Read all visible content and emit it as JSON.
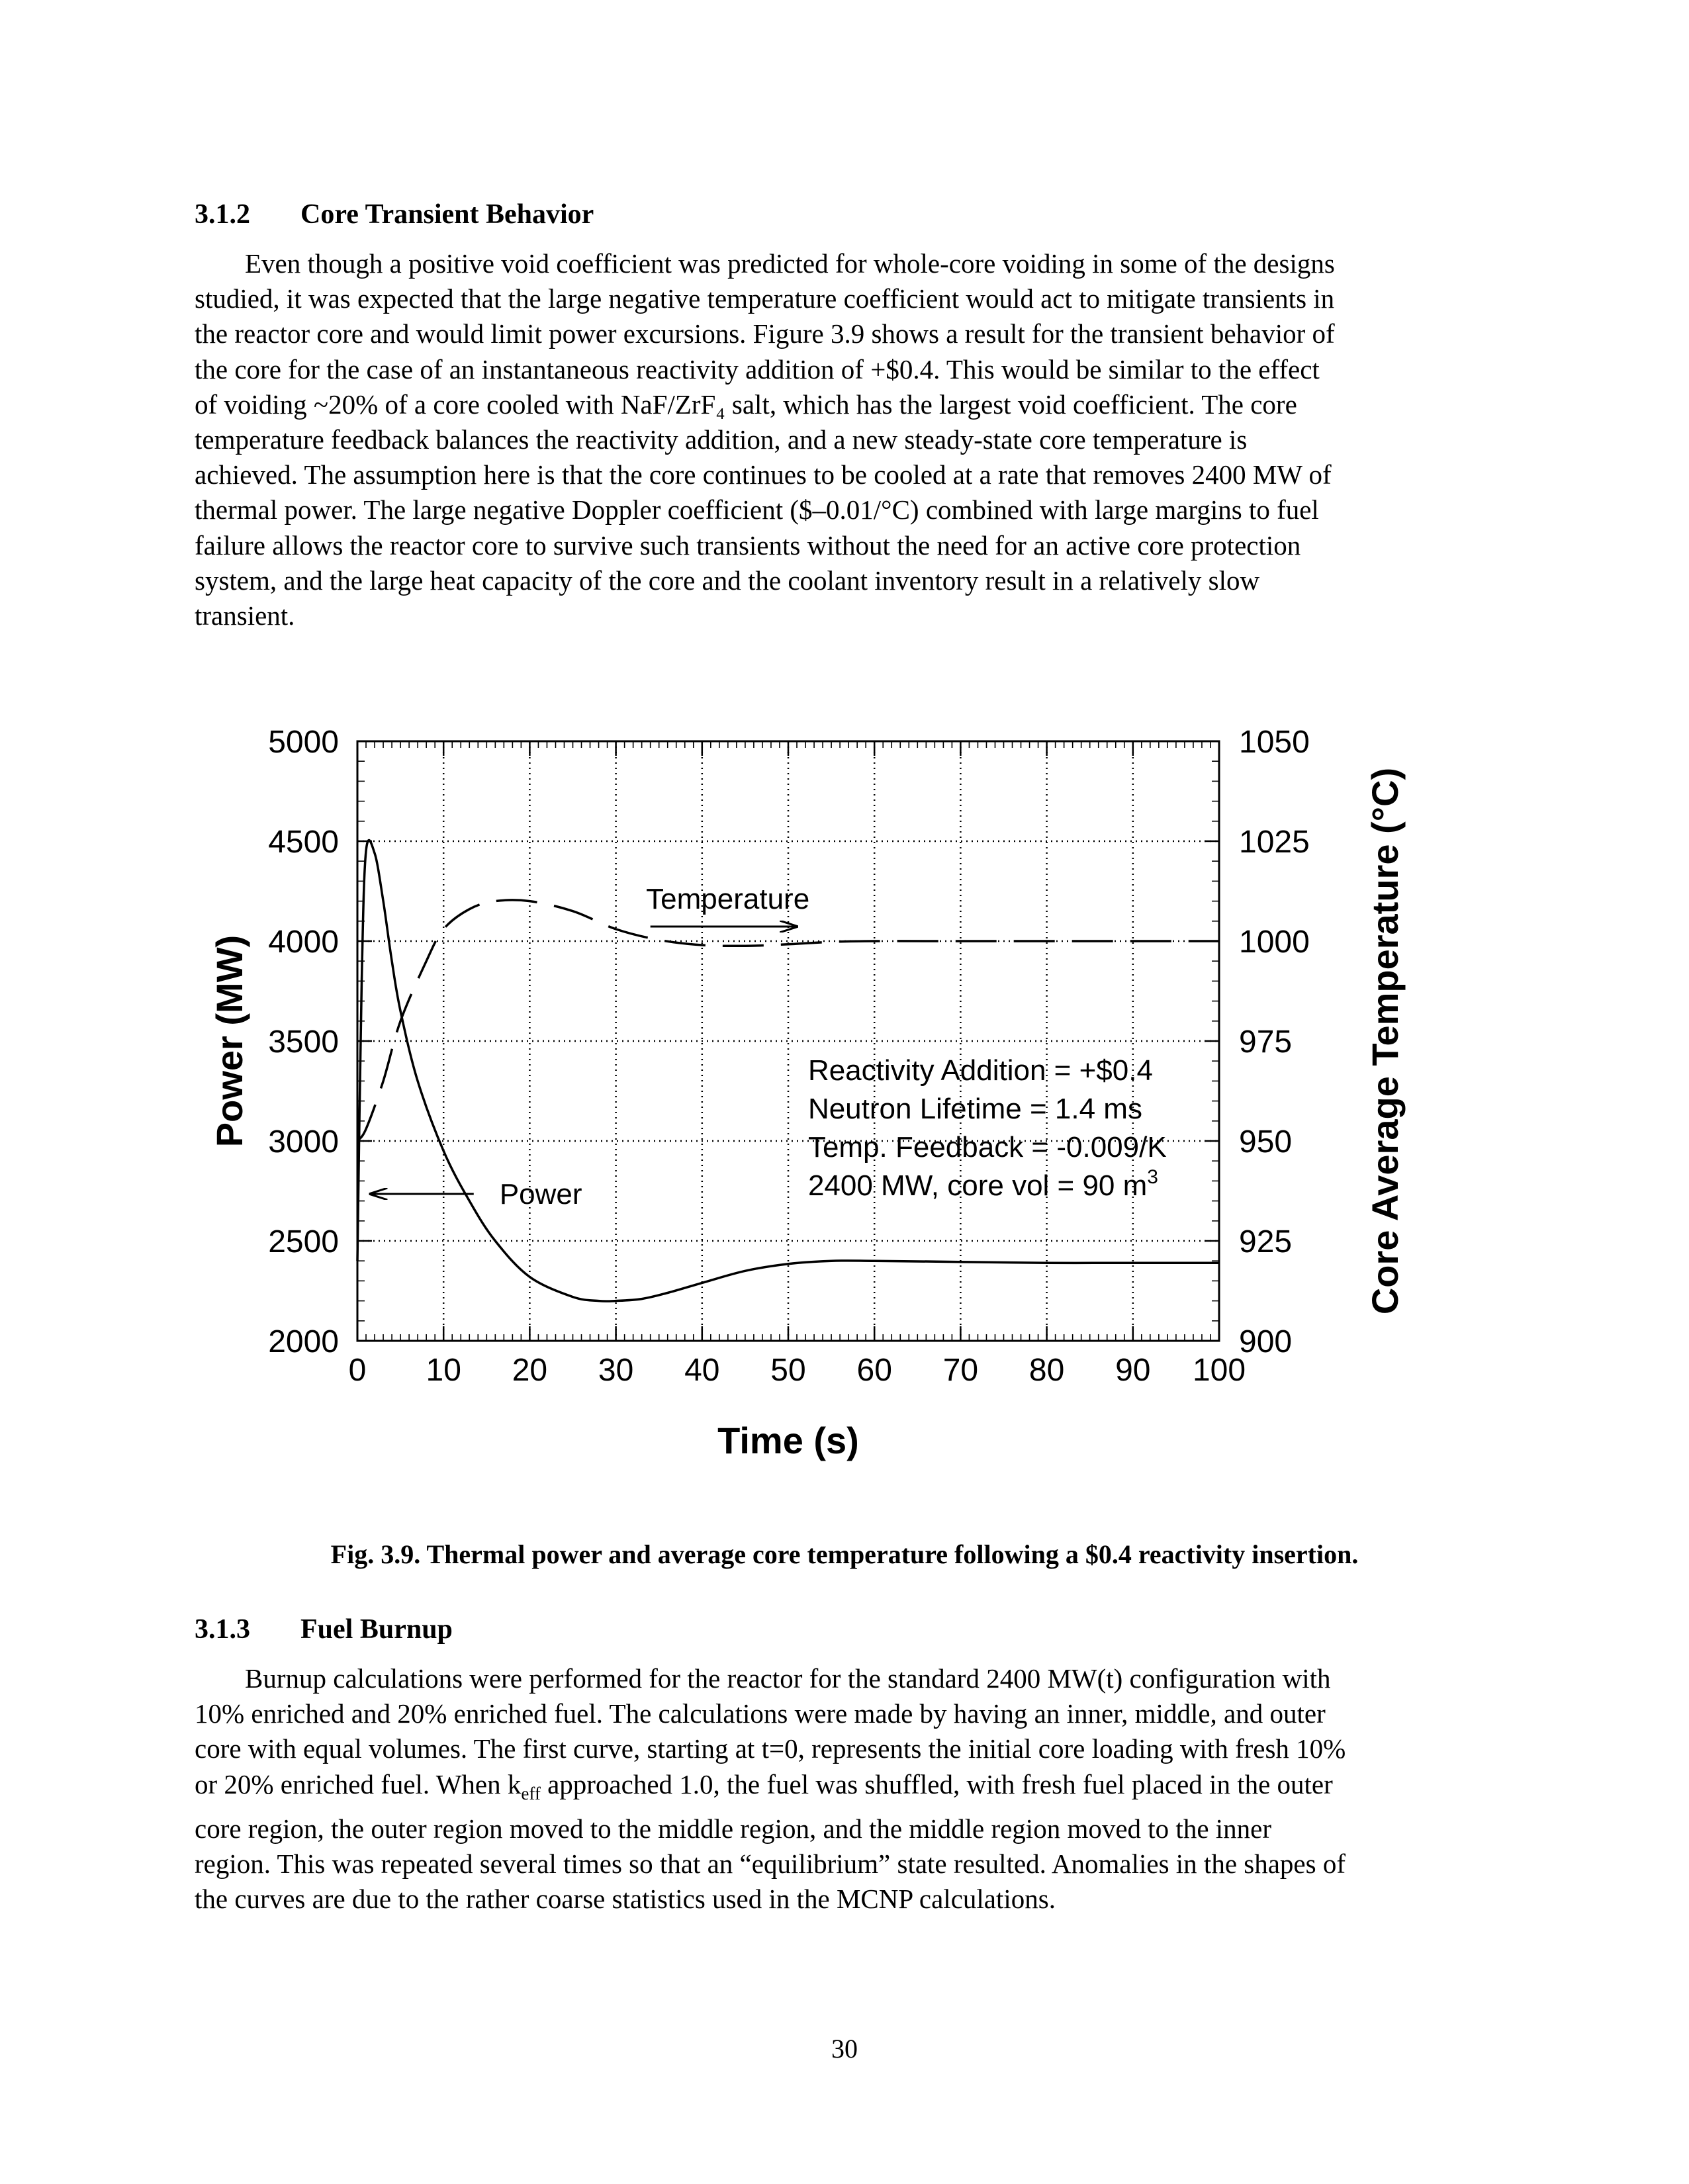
{
  "section_312": {
    "number": "3.1.2",
    "title": "Core Transient Behavior",
    "lines": [
      "Even though a positive void coefficient was predicted for whole-core voiding in some of the designs",
      "studied, it was expected that the large negative temperature coefficient would act to mitigate transients in",
      "the reactor core and would limit power excursions. Figure 3.9 shows a result for the transient behavior of",
      "the core for the case of an instantaneous reactivity addition of +$0.4. This would be similar to the effect",
      "of voiding ~20% of a core cooled with NaF/ZrF₄ salt, which has the largest void coefficient. The core",
      "temperature feedback balances the reactivity addition, and a new steady-state core temperature is",
      "achieved. The assumption here is that the core continues to be cooled at a rate that removes 2400 MW of",
      "thermal power. The large negative Doppler coefficient ($–0.01/°C) combined with large margins to fuel",
      "failure allows the reactor core to survive such transients without the need for an active core protection",
      "system, and the large heat capacity of the core and the coolant inventory result in a relatively slow",
      "transient."
    ]
  },
  "figure": {
    "caption": "Fig. 3.9. Thermal power and average core temperature following a $0.4 reactivity insertion."
  },
  "chart_data": {
    "type": "line",
    "xlabel": "Time (s)",
    "ylabel": "Power (MW)",
    "y2label": "Core Average Temperature (°C)",
    "xlim": [
      0,
      100
    ],
    "ylim": [
      2000,
      5000
    ],
    "y2lim": [
      900,
      1050
    ],
    "x_ticks": [
      "0",
      "10",
      "20",
      "30",
      "40",
      "50",
      "60",
      "70",
      "80",
      "90",
      "100"
    ],
    "y_ticks": [
      "2000",
      "2500",
      "3000",
      "3500",
      "4000",
      "4500",
      "5000"
    ],
    "y2_ticks": [
      "900",
      "925",
      "950",
      "975",
      "1000",
      "1025",
      "1050"
    ],
    "grid": true,
    "series": [
      {
        "name": "Power",
        "axis": "left",
        "style": "solid",
        "x": [
          0,
          0.5,
          1,
          2,
          3,
          4,
          5,
          7,
          10,
          13,
          16,
          20,
          25,
          28,
          30,
          33,
          36,
          40,
          45,
          50,
          55,
          60,
          70,
          80,
          90,
          100
        ],
        "y": [
          2400,
          3800,
          4450,
          4440,
          4200,
          3900,
          3650,
          3300,
          2950,
          2700,
          2500,
          2320,
          2220,
          2200,
          2200,
          2210,
          2240,
          2290,
          2350,
          2385,
          2400,
          2400,
          2395,
          2390,
          2390,
          2390
        ]
      },
      {
        "name": "Temperature",
        "axis": "right",
        "style": "dashed",
        "x": [
          0,
          1,
          3,
          5,
          8,
          10,
          13,
          16,
          20,
          25,
          30,
          35,
          40,
          45,
          50,
          55,
          60,
          70,
          80,
          90,
          100
        ],
        "y": [
          950,
          953,
          965,
          980,
          995,
          1003,
          1008,
          1010,
          1010,
          1007.5,
          1003,
          1000.3,
          999,
          998.8,
          999.2,
          999.8,
          1000,
          1000,
          1000,
          1000,
          1000
        ]
      }
    ],
    "annotations": {
      "temperature_label": "Temperature",
      "power_label": "Power",
      "box_lines": [
        "Reactivity Addition = +$0.4",
        "Neutron Lifetime = 1.4 ms",
        "Temp. Feedback = -0.009/K",
        "2400 MW, core vol = 90 m"
      ],
      "box_superscript": "3"
    }
  },
  "section_313": {
    "number": "3.1.3",
    "title": "Fuel Burnup",
    "lines": [
      "Burnup calculations were performed for the reactor for the standard 2400 MW(t) configuration with",
      "10% enriched and 20% enriched fuel. The calculations were made by having an inner, middle, and outer",
      "core with equal volumes. The first curve, starting at t=0, represents the initial core loading with fresh 10%",
      "or 20% enriched fuel. When k",
      "core region, the outer region moved to the middle region, and the middle region moved to the inner",
      "region. This was repeated several times so that an “equilibrium” state resulted. Anomalies in the shapes of",
      "the curves are due to the rather coarse statistics used in the MCNP calculations."
    ],
    "keff_subscript": "eff",
    "line4_rest": " approached 1.0, the fuel was shuffled, with fresh fuel placed in the outer"
  },
  "page_number": "30"
}
